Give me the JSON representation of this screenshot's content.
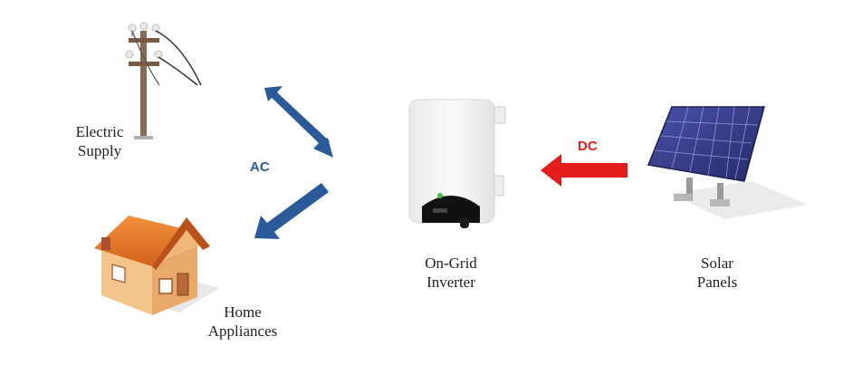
{
  "diagram": {
    "nodes": {
      "electric_supply": {
        "line1": "Electric",
        "line2": "Supply"
      },
      "home_appliances": {
        "line1": "Home",
        "line2": "Appliances"
      },
      "inverter": {
        "line1": "On-Grid",
        "line2": "Inverter"
      },
      "solar_panels": {
        "line1": "Solar",
        "line2": "Panels"
      }
    },
    "flows": {
      "ac": {
        "label": "AC",
        "color": "#2a5a9a"
      },
      "dc": {
        "label": "DC",
        "color": "#e51c1c"
      }
    },
    "colors": {
      "pole_wood": "#8a6a52",
      "insulator": "#e8e8e8",
      "roof": "#e0762a",
      "wall": "#f4c58a",
      "panel": "#3a3f8a",
      "inverter_body": "#f7f7f7"
    },
    "icons": [
      "utility-pole-icon",
      "house-icon",
      "inverter-icon",
      "solar-panel-icon"
    ]
  }
}
